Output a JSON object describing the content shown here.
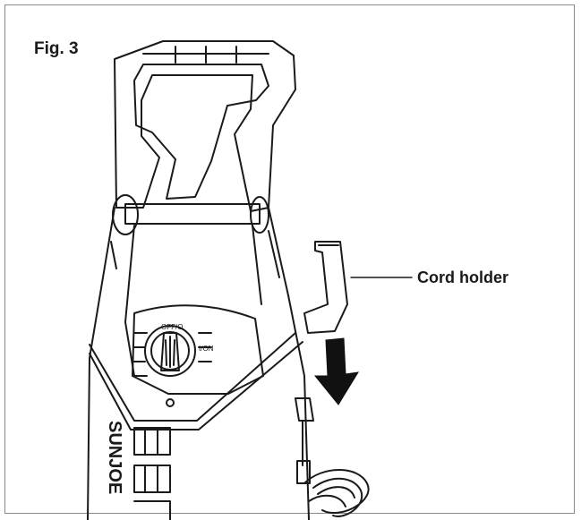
{
  "figure": {
    "label": "Fig. 3",
    "callout": "Cord holder"
  },
  "device": {
    "brand": "SUNJOE",
    "switch_off": "OFF/O",
    "switch_on": "I/ON"
  },
  "colors": {
    "line": "#1a1a1a",
    "frame": "#8a8a8a",
    "arrow": "#111111"
  }
}
